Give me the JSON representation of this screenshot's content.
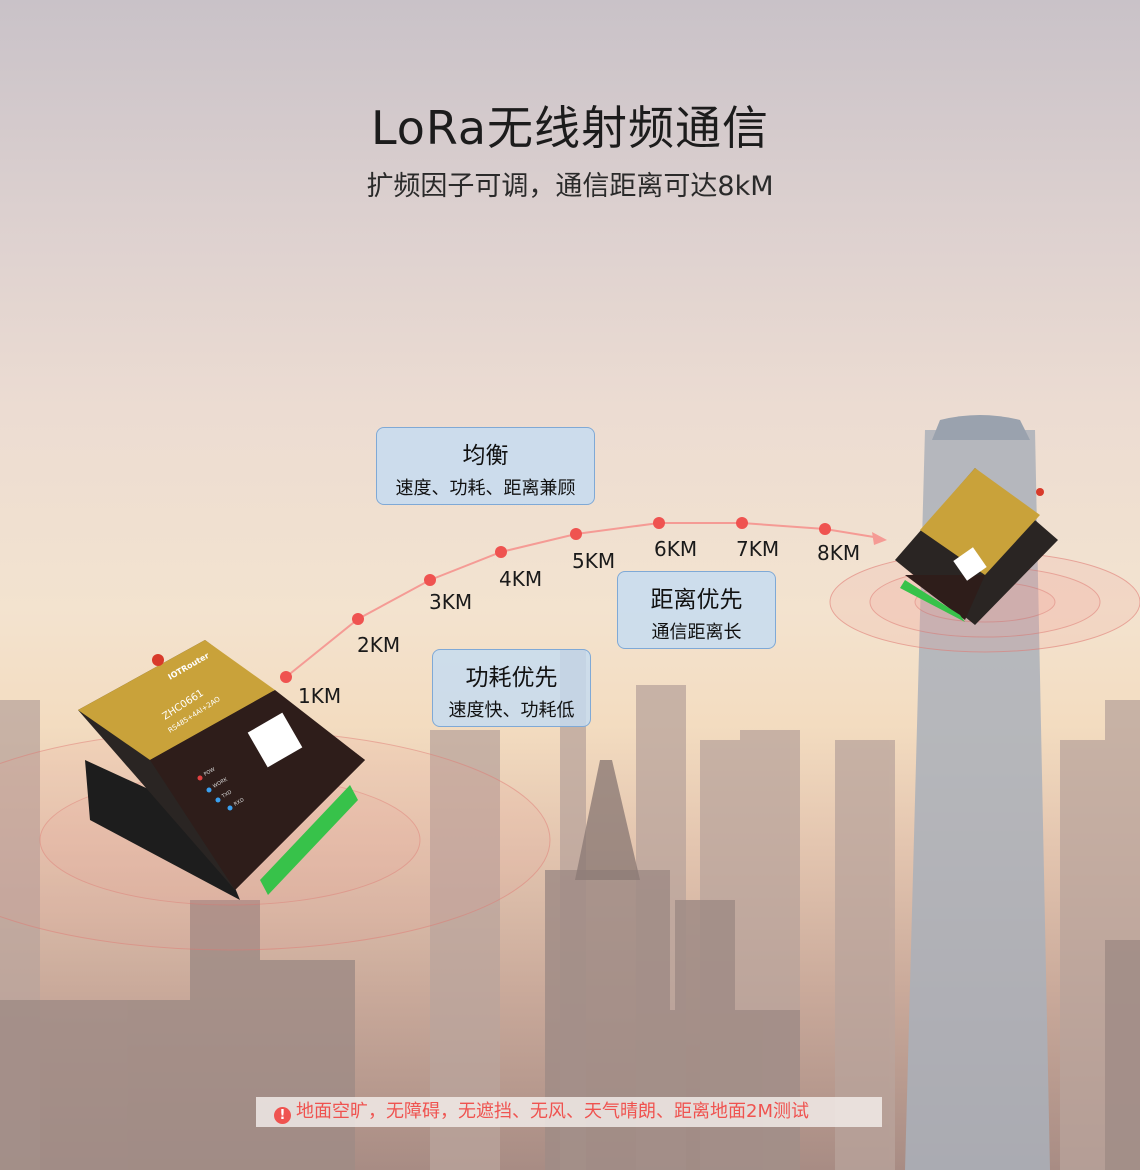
{
  "header": {
    "title": "LoRa无线射频通信",
    "subtitle": "扩频因子可调，通信距离可达8kM"
  },
  "modes": [
    {
      "title": "均衡",
      "desc": "速度、功耗、距离兼顾"
    },
    {
      "title": "距离优先",
      "desc": "通信距离长"
    },
    {
      "title": "功耗优先",
      "desc": "速度快、功耗低"
    }
  ],
  "distances": [
    "1KM",
    "2KM",
    "3KM",
    "4KM",
    "5KM",
    "6KM",
    "7KM",
    "8KM"
  ],
  "device": {
    "brand": "IOTRouter",
    "model": "ZHC0661",
    "spec": "RS485+4AI+2AO",
    "leds": [
      "POW",
      "WORK",
      "TXD",
      "RXD"
    ]
  },
  "note": {
    "icon": "exclamation-circle-icon",
    "text": "地面空旷，无障碍，无遮挡、无风、天气晴朗、距离地面2M测试"
  },
  "colors": {
    "accent": "#ef5350",
    "box_bg": "#c4dcf2",
    "box_border": "#7fa9d6",
    "device_gold": "#c9a23a"
  }
}
